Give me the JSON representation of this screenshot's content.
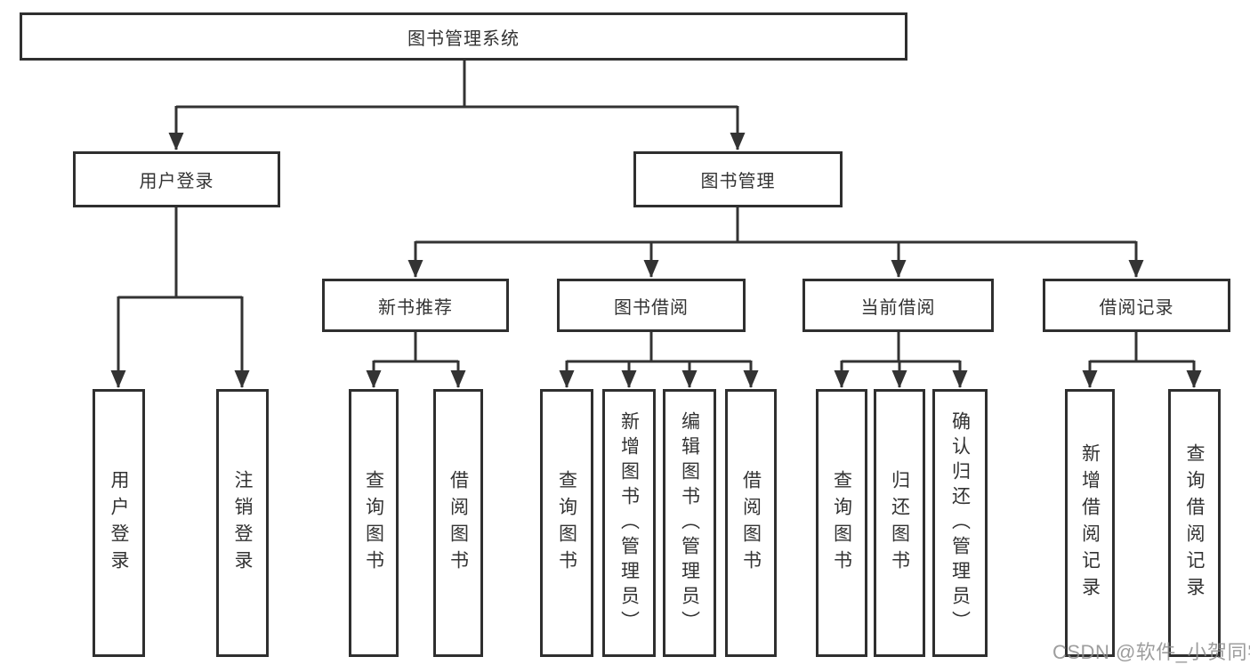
{
  "tree": {
    "root": {
      "label": "图书管理系统"
    },
    "level2": [
      {
        "label": "用户登录"
      },
      {
        "label": "图书管理"
      }
    ],
    "level3": [
      {
        "label": "新书推荐",
        "parent": "图书管理"
      },
      {
        "label": "图书借阅",
        "parent": "图书管理"
      },
      {
        "label": "当前借阅",
        "parent": "图书管理"
      },
      {
        "label": "借阅记录",
        "parent": "图书管理"
      }
    ],
    "leaves": [
      {
        "label": "用户登录",
        "parent": "用户登录"
      },
      {
        "label": "注销登录",
        "parent": "用户登录"
      },
      {
        "label": "查询图书",
        "parent": "新书推荐"
      },
      {
        "label": "借阅图书",
        "parent": "新书推荐"
      },
      {
        "label": "查询图书",
        "parent": "图书借阅"
      },
      {
        "label": "新增图书（管理员）",
        "parent": "图书借阅"
      },
      {
        "label": "编辑图书（管理员）",
        "parent": "图书借阅"
      },
      {
        "label": "借阅图书",
        "parent": "图书借阅"
      },
      {
        "label": "查询图书",
        "parent": "当前借阅"
      },
      {
        "label": "归还图书",
        "parent": "当前借阅"
      },
      {
        "label": "确认归还（管理员）",
        "parent": "当前借阅"
      },
      {
        "label": "新增借阅记录",
        "parent": "借阅记录"
      },
      {
        "label": "查询借阅记录",
        "parent": "借阅记录"
      }
    ],
    "line_color": "#333333"
  },
  "watermark": {
    "text": "CSDN @软件_小贺同学"
  }
}
